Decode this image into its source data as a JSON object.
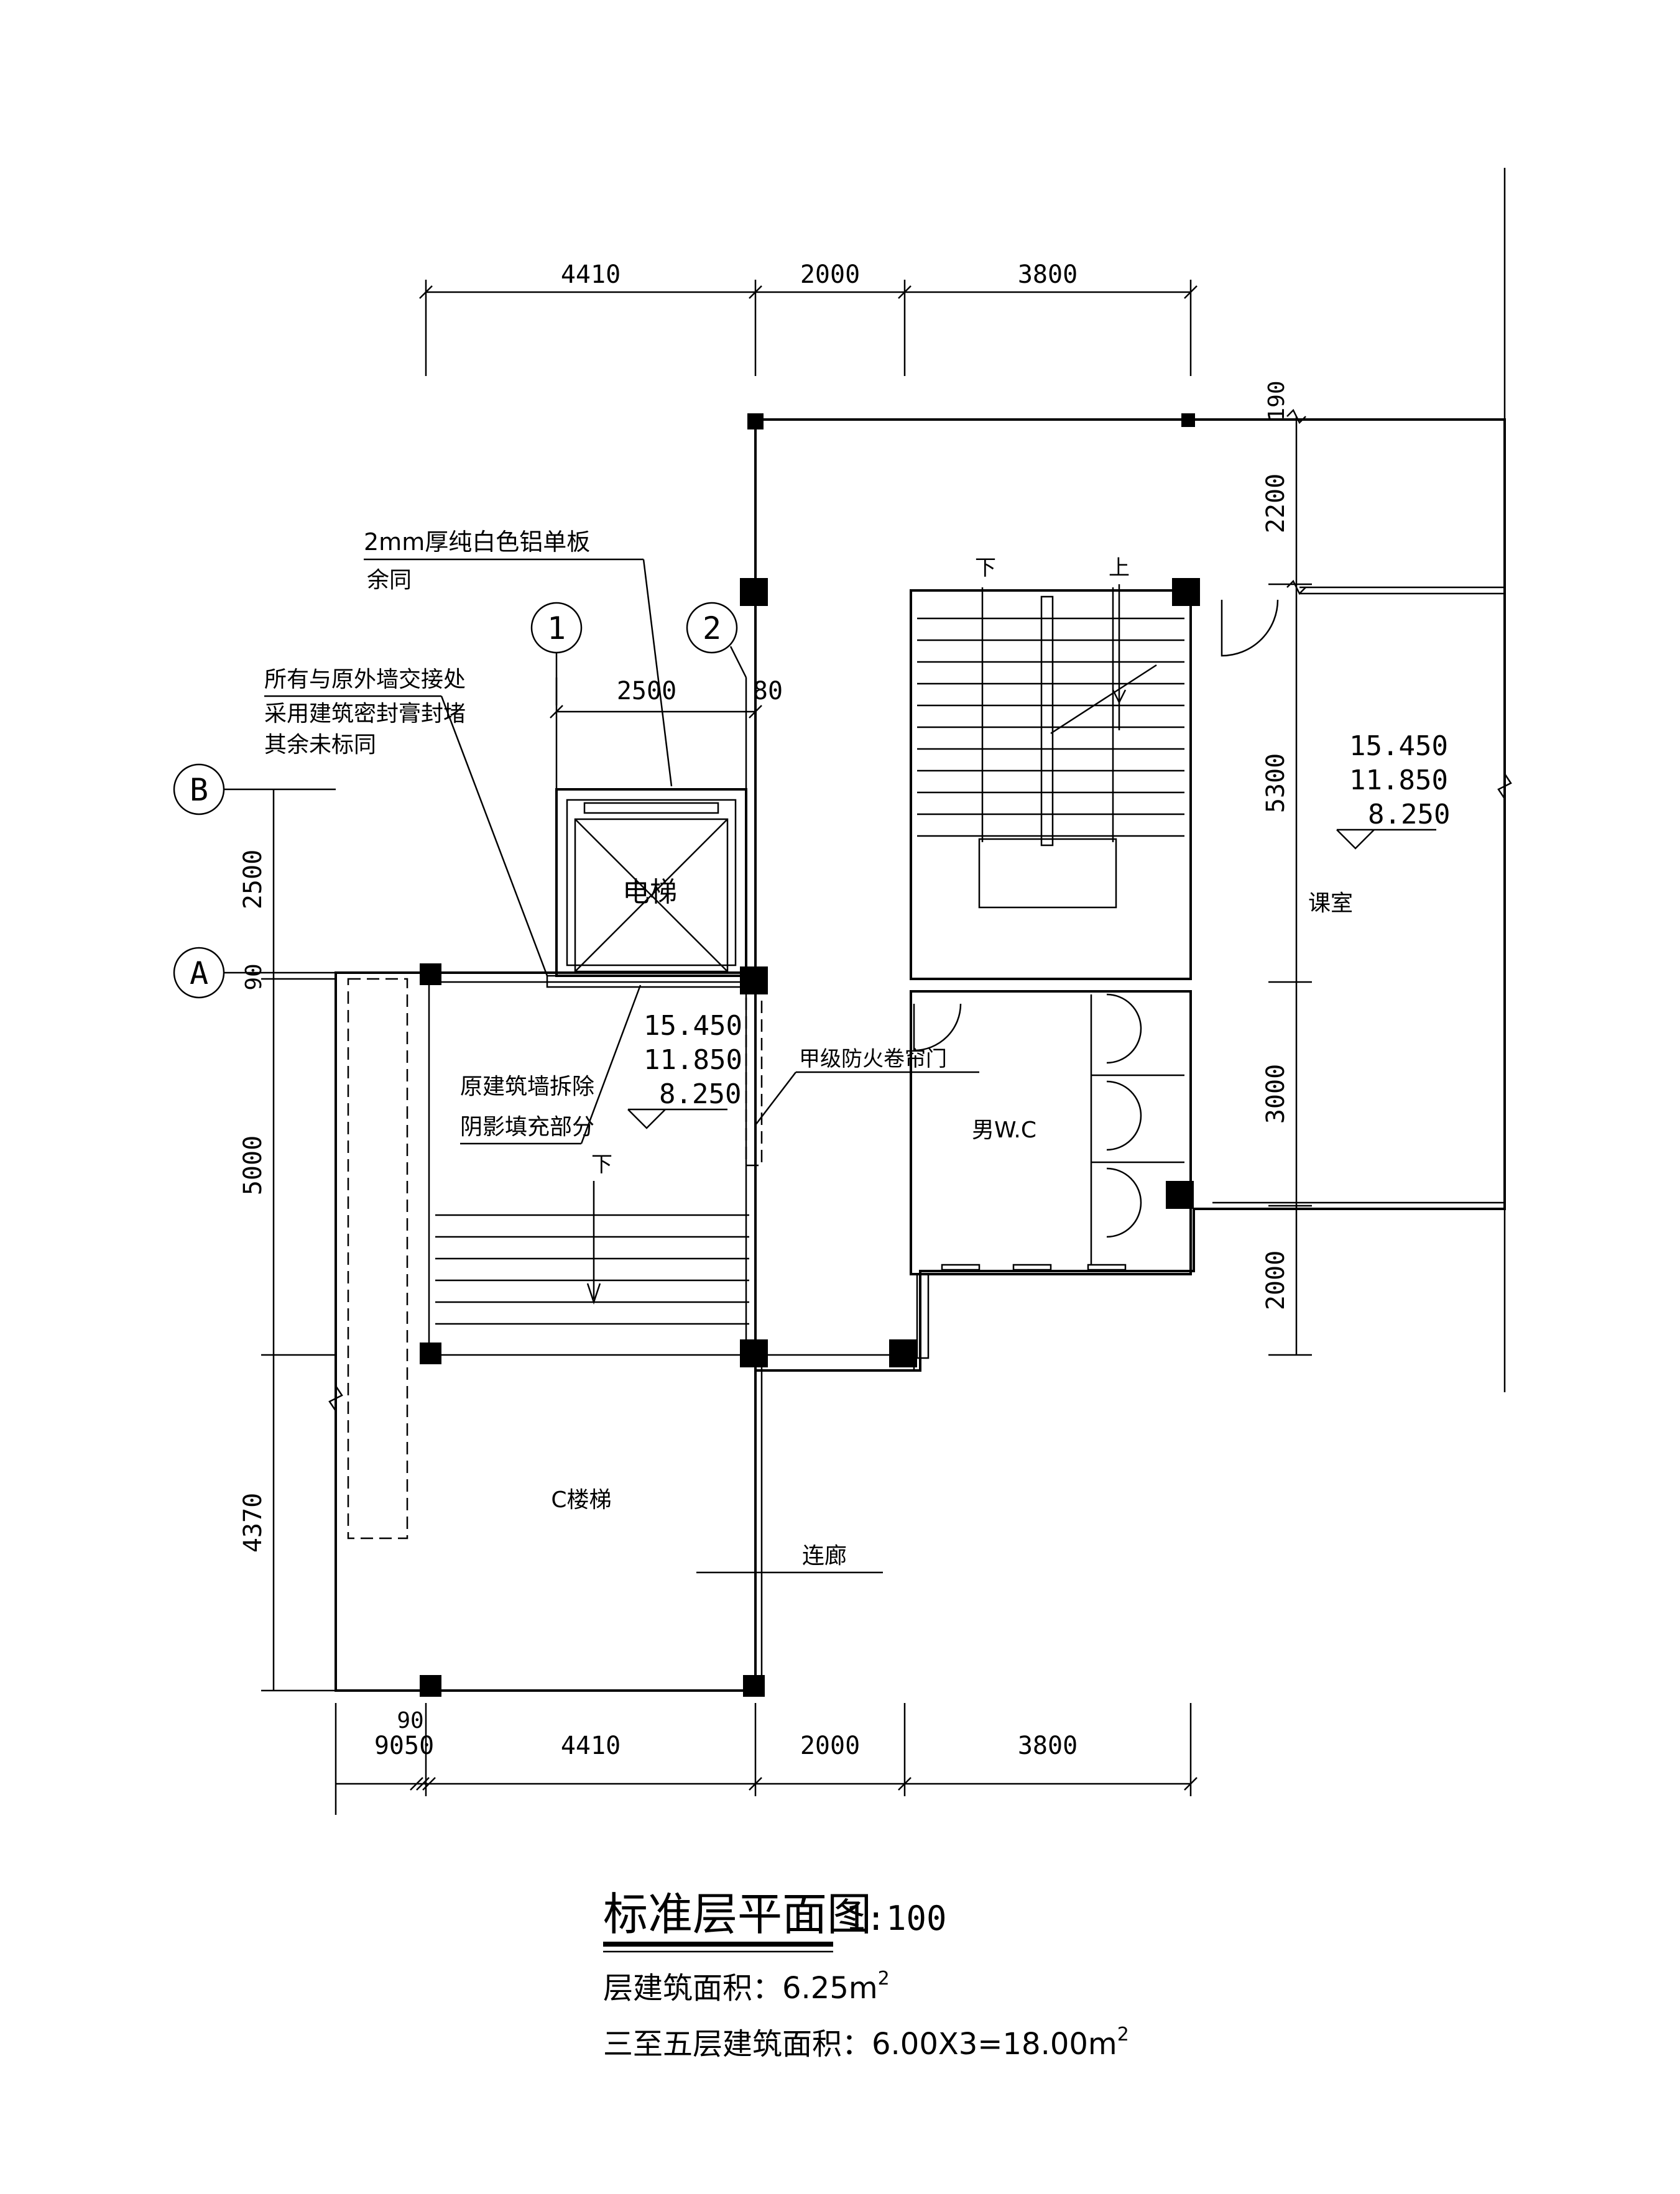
{
  "dims": {
    "top": [
      "4410",
      "2000",
      "3800"
    ],
    "bottom": [
      "9050",
      "4410",
      "2000",
      "3800"
    ],
    "bottom_small": "90",
    "left": [
      "2500",
      "90",
      "5000",
      "4370"
    ],
    "right": [
      "190",
      "2200",
      "5300",
      "3000",
      "2000"
    ],
    "elevator_width": "2500",
    "elevator_gap": "80"
  },
  "axes": {
    "axis1": "1",
    "axis2": "2",
    "axisA": "A",
    "axisB": "B"
  },
  "notes": {
    "panel_line1": "2mm厚纯白色铝单板",
    "panel_line2": "余同",
    "seal_line1": "所有与原外墙交接处",
    "seal_line2": "采用建筑密封膏封堵",
    "seal_line3": "其余未标同",
    "demolish_line1": "原建筑墙拆除",
    "demolish_line2": "阴影填充部分",
    "fire_door": "甲级防火卷帘门"
  },
  "rooms": {
    "elevator": "电梯",
    "stair_c": "C楼梯",
    "corridor": "连廊",
    "wc": "男W.C",
    "classroom": "课室"
  },
  "stairs": {
    "down": "下",
    "up": "上"
  },
  "elevations": {
    "left": [
      "15.450",
      "11.850",
      "8.250"
    ],
    "right": [
      "15.450",
      "11.850",
      "8.250"
    ]
  },
  "title": {
    "name": "标准层平面图",
    "scale": "1:100",
    "area_label": "层建筑面积：6.25m",
    "area_sup": "2",
    "total_label": "三至五层建筑面积：6.00X3=18.00m",
    "total_sup": "2"
  }
}
